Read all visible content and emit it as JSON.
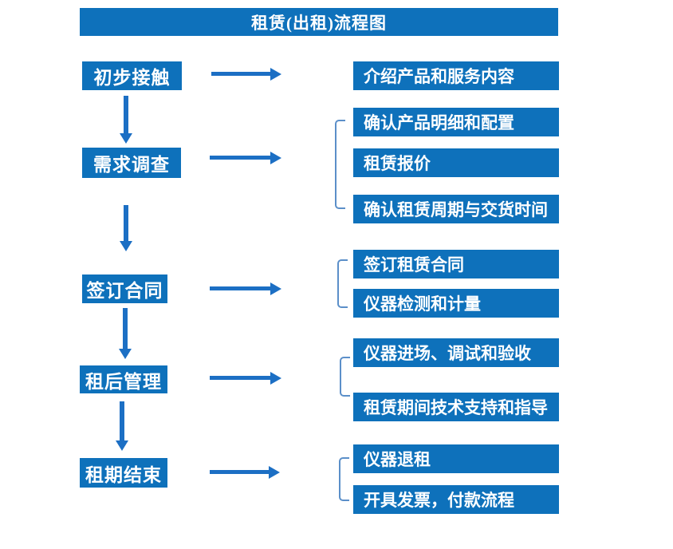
{
  "title": "租赁(出租)流程图",
  "colors": {
    "box_blue": "#0e71bb",
    "arrow_blue": "#1c6fc4",
    "bracket_blue": "#5b8fc9",
    "text": "#ffffff",
    "background": "#ffffff"
  },
  "stages": [
    {
      "label": "初步接触",
      "outputs": [
        "介绍产品和服务内容"
      ]
    },
    {
      "label": "需求调查",
      "outputs": [
        "确认产品明细和配置",
        "租赁报价",
        "确认租赁周期与交货时间"
      ]
    },
    {
      "label": "签订合同",
      "outputs": [
        "签订租赁合同",
        "仪器检测和计量"
      ]
    },
    {
      "label": "租后管理",
      "outputs": [
        "仪器进场、调试和验收",
        "租赁期间技术支持和指导"
      ]
    },
    {
      "label": "租期结束",
      "outputs": [
        "仪器退租",
        "开具发票，付款流程"
      ]
    }
  ]
}
